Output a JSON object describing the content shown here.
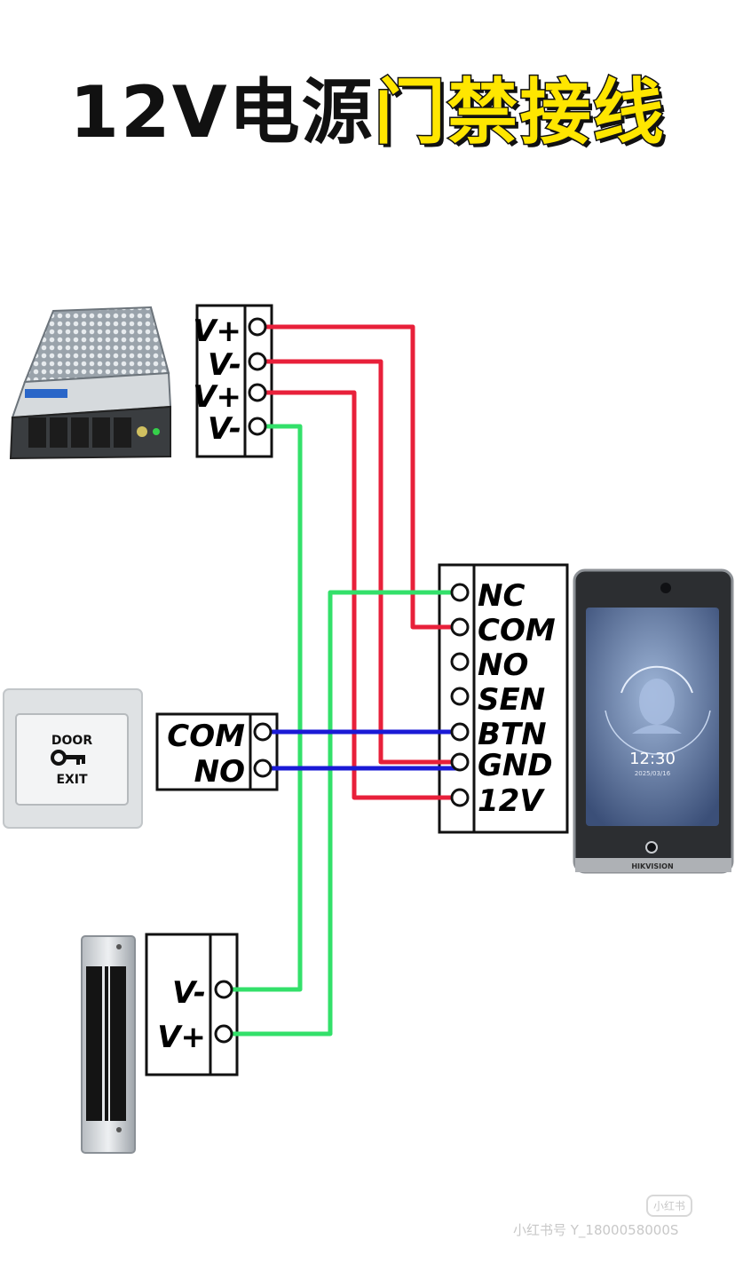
{
  "title": {
    "part1": "12V电源",
    "part2": "门禁接线"
  },
  "colors": {
    "red": "#e8203a",
    "green": "#33e06a",
    "blue": "#1a1ad6",
    "highlight": "#ffe600"
  },
  "power_supply": {
    "terminals": [
      "V+",
      "V-",
      "V+",
      "V-"
    ]
  },
  "exit_button": {
    "text_top": "DOOR",
    "text_bottom": "EXIT",
    "terminals": [
      "COM",
      "NO"
    ]
  },
  "controller": {
    "terminals": [
      "NC",
      "COM",
      "NO",
      "SEN",
      "BTN",
      "GND",
      "12V"
    ],
    "screen_time": "12:30",
    "screen_date": "2025/03/16",
    "brand": "HIKVISION"
  },
  "lock": {
    "terminals": [
      "V-",
      "V+"
    ]
  },
  "watermark": {
    "logo": "小红书",
    "text": "小红书号 Y_1800058000S"
  }
}
